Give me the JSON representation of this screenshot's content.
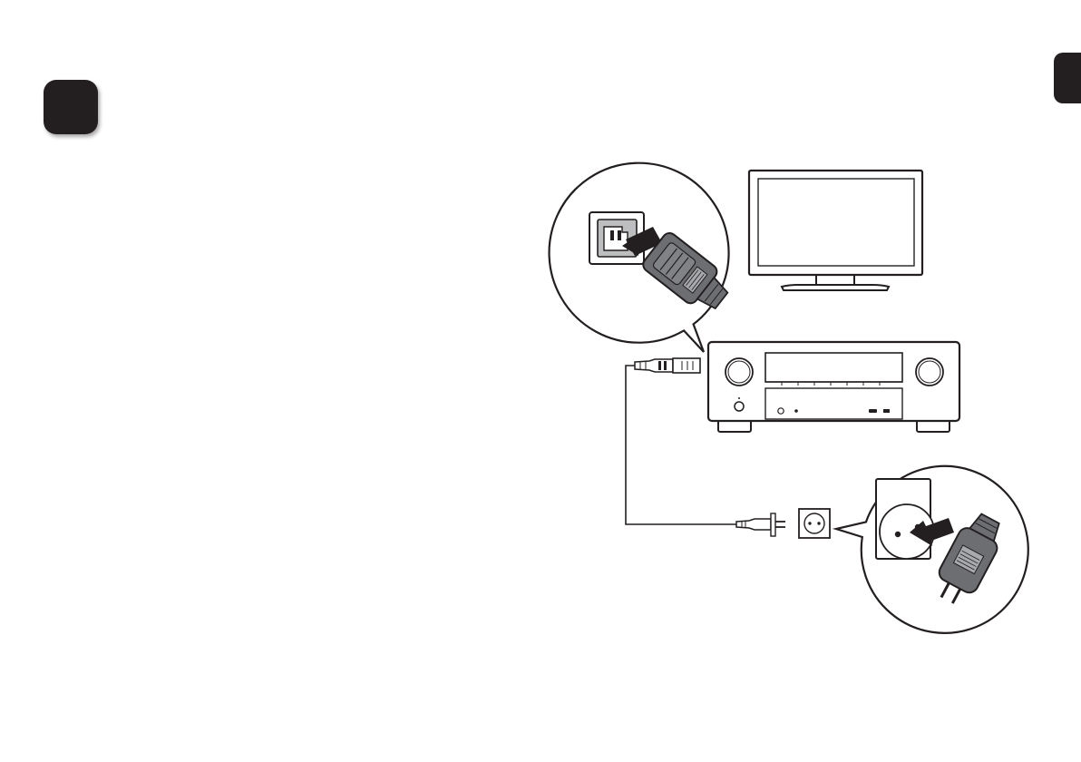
{
  "page": {
    "background_color": "#ffffff",
    "ink_color": "#231f20",
    "accent_gray": "#6d6e71",
    "light_gray": "#bcbec0"
  },
  "step_badge": {
    "icon": "step-number-badge",
    "color": "#231f20"
  },
  "side_tab": {
    "icon": "section-tab-marker",
    "color": "#231f20"
  },
  "diagram": {
    "devices": [
      {
        "id": "tv",
        "icon": "television-icon"
      },
      {
        "id": "receiver",
        "icon": "av-receiver-icon"
      },
      {
        "id": "power-cord",
        "icon": "power-cord-icon"
      },
      {
        "id": "wall-outlet",
        "icon": "wall-outlet-icon"
      }
    ],
    "callouts": [
      {
        "id": "receiver-inlet-zoom",
        "icon": "iec-inlet-plug-insert-icon"
      },
      {
        "id": "outlet-zoom",
        "icon": "schuko-plug-insert-icon"
      }
    ]
  }
}
